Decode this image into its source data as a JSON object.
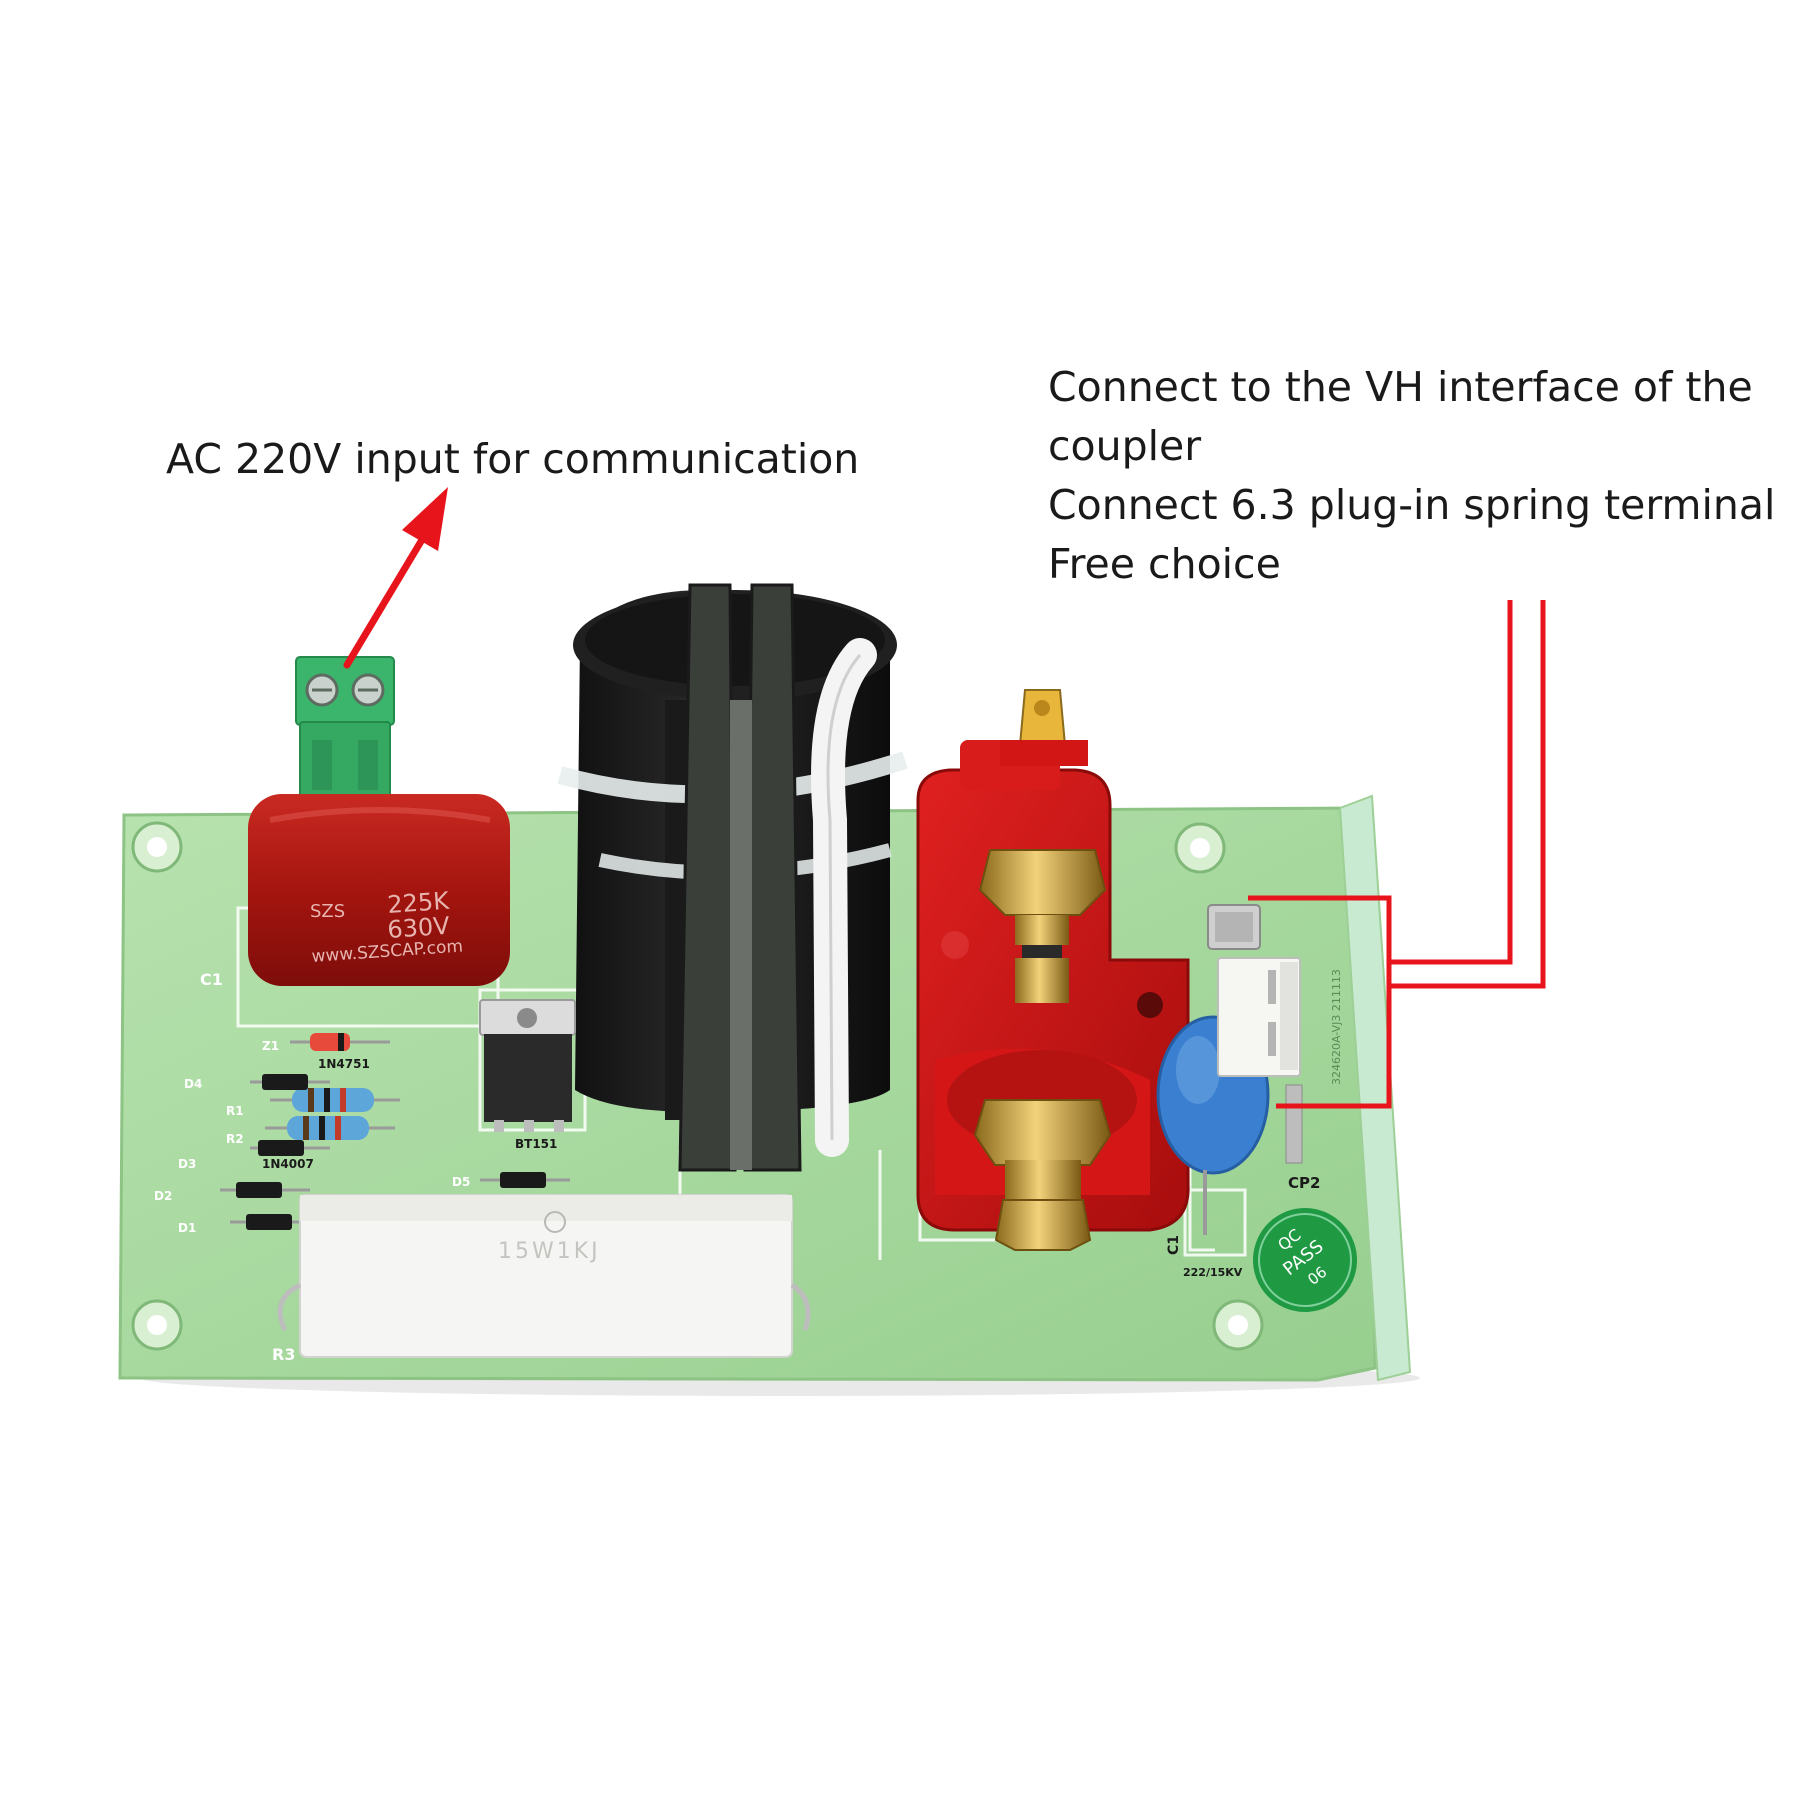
{
  "annotations": {
    "input_label": "AC 220V input for communication",
    "output_label_lines": [
      "Connect to the VH interface of the",
      "coupler",
      "Connect 6.3 plug-in spring terminal",
      "Free choice"
    ]
  },
  "board_markings": {
    "capacitor_main": [
      "225K",
      "630V",
      "www.SZSCAP.com"
    ],
    "capacitor_brand": "SZS",
    "c1_label": "C1",
    "thyristor_label": "BT151",
    "resistor_power": "15W1KJ",
    "r3_label": "R3",
    "z1_label": "Z1",
    "zener": "1N4751",
    "d1": "D1",
    "d2": "D2",
    "d3": "D3",
    "d4": "D4",
    "d5": "D5",
    "r1": "R1",
    "r2": "R2",
    "diode_part": "1N4007",
    "cp2_label": "CP2",
    "c1_right": "C1",
    "cap_hv": "222/15KV",
    "qc_lines": [
      "QC",
      "PASS",
      "06"
    ],
    "pcb_code": "324620A-VJ3 211113"
  },
  "colors": {
    "arrow": "#e8141b",
    "pcb": "#a9d8a0",
    "capacitor": "#b01a16",
    "terminal_block": "#3bb56c",
    "hv_bracket": "#cc1414",
    "blue_cap": "#3b7fd0",
    "qc_sticker": "#1f9a43"
  }
}
